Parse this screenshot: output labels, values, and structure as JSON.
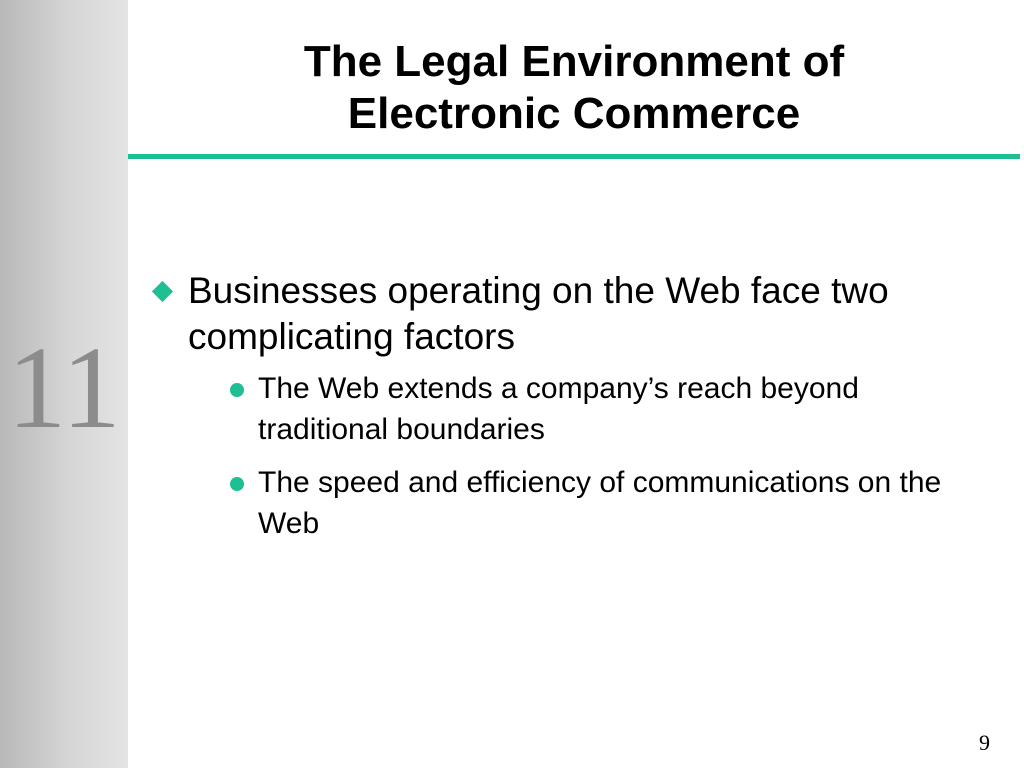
{
  "sidebar": {
    "chapter_number": "11"
  },
  "slide": {
    "title_line1": "The Legal Environment of",
    "title_line2": "Electronic Commerce",
    "bullets": [
      {
        "text": "Businesses operating on the Web face two complicating factors",
        "sub_bullets": [
          "The Web extends a company’s reach beyond traditional boundaries",
          "The speed and efficiency of communications on the Web"
        ]
      }
    ],
    "page_number": "9"
  },
  "colors": {
    "accent": "#1fbf94",
    "sidebar_gray": "#c8c8c8",
    "chapter_number_gray": "#8c8c8c"
  },
  "icons": {
    "level1_bullet": "diamond-bullet-icon",
    "level2_bullet": "dot-bullet-icon"
  }
}
